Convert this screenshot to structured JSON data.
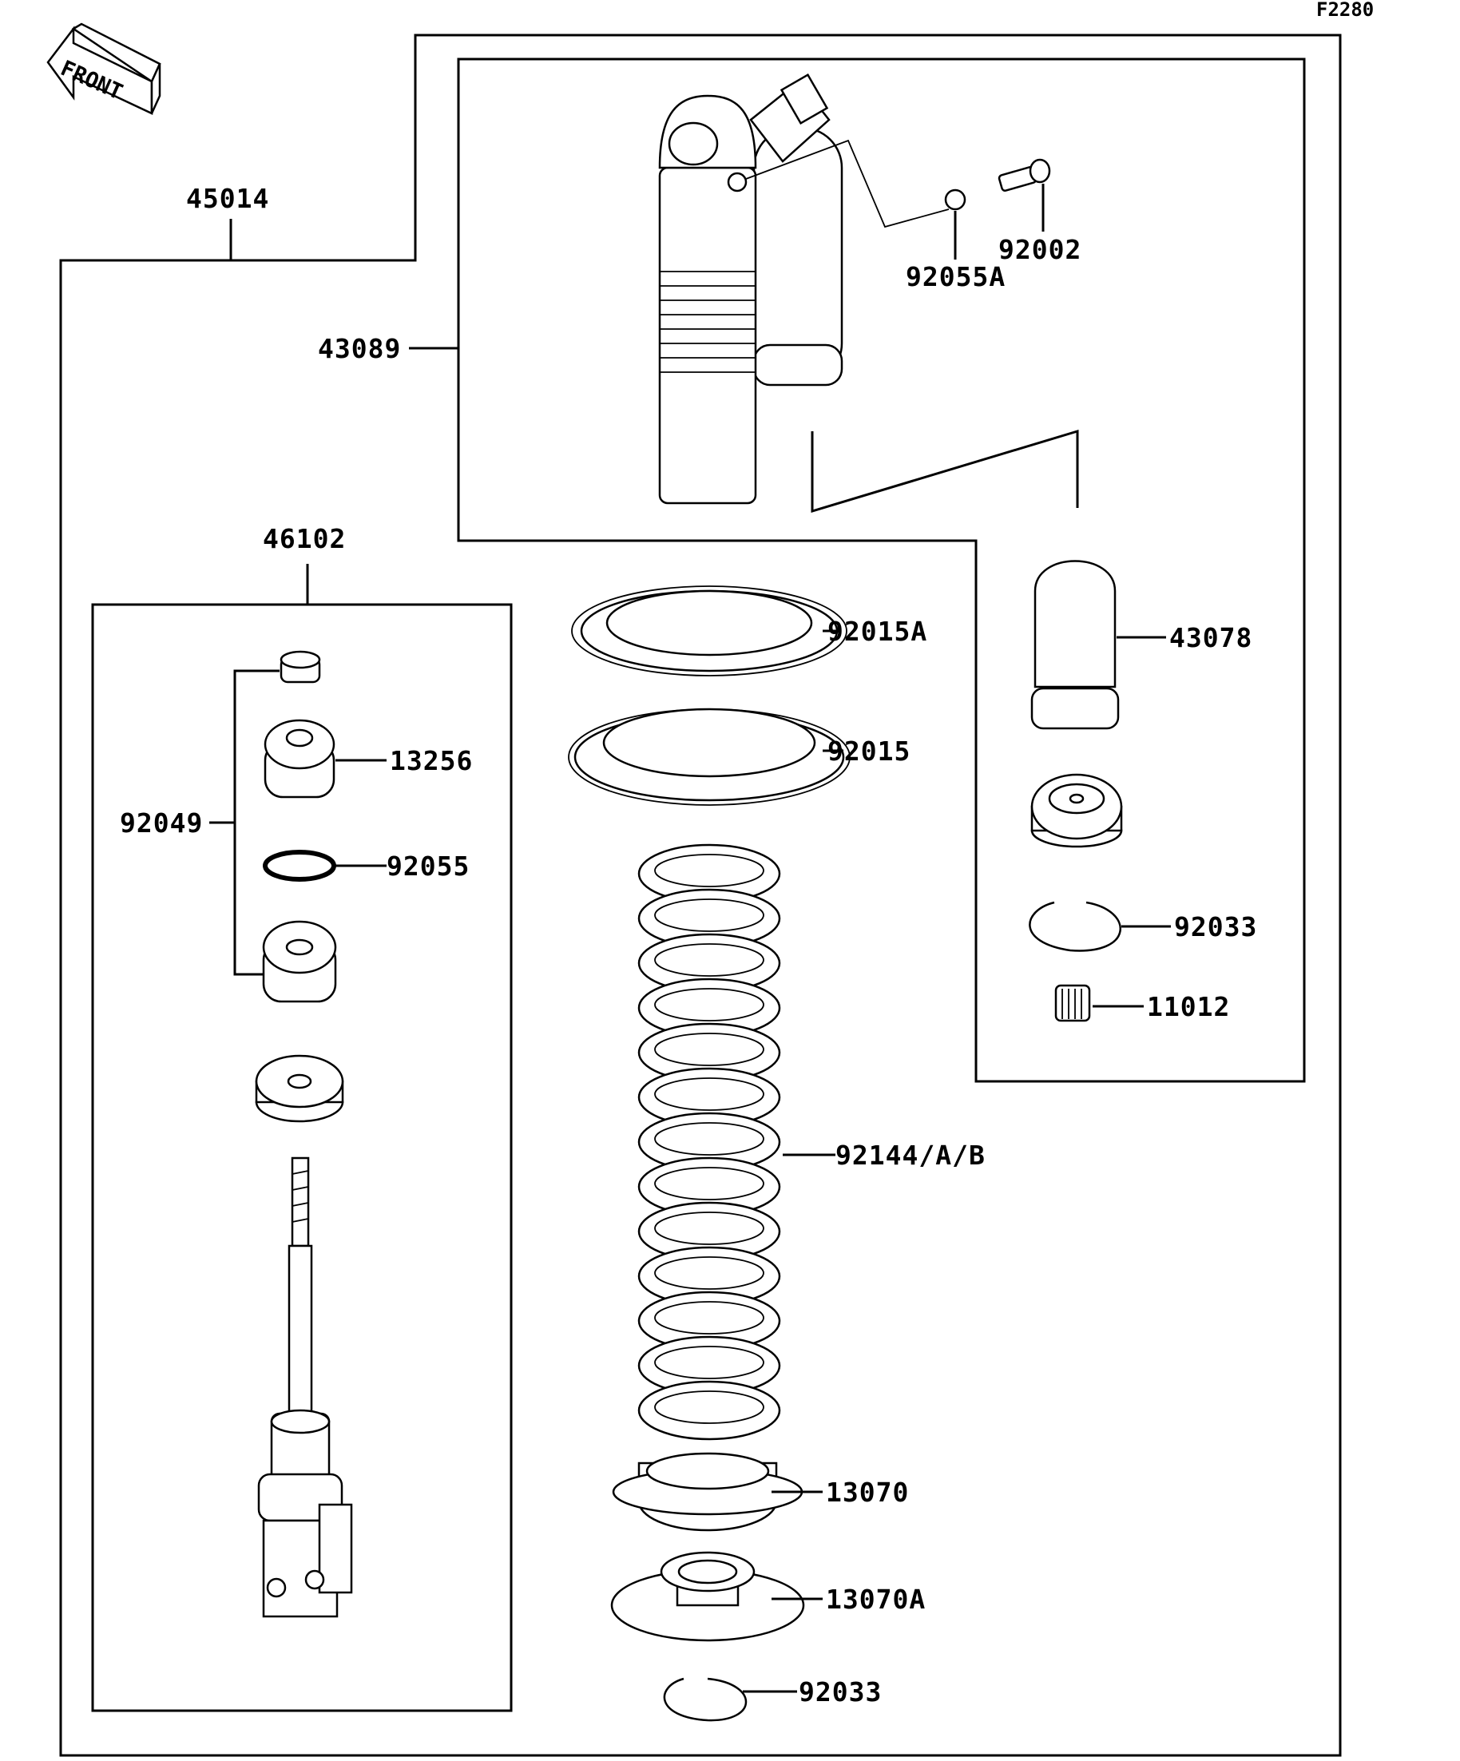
{
  "figure_code": "F2280",
  "front_arrow_label": "FRONT",
  "labels": {
    "l45014": "45014",
    "l43089": "43089",
    "l92055A": "92055A",
    "l92002": "92002",
    "l46102": "46102",
    "l13256": "13256",
    "l92049": "92049",
    "l92055": "92055",
    "l92015A": "92015A",
    "l92015": "92015",
    "l43078": "43078",
    "l92033a": "92033",
    "l11012": "11012",
    "l92144": "92144/A/B",
    "l13070": "13070",
    "l13070A": "13070A",
    "l92033b": "92033"
  }
}
